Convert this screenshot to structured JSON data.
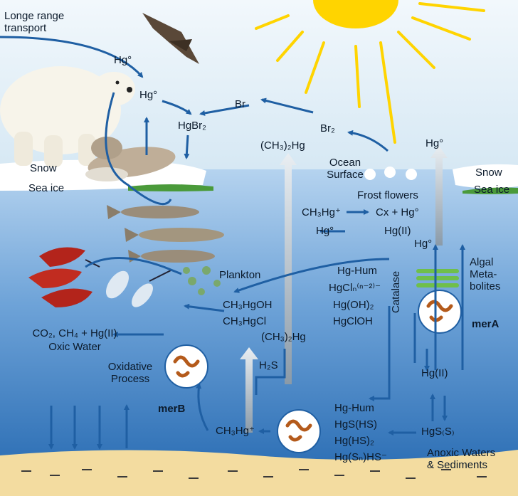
{
  "labels": {
    "long_range_transport": "Longe range\ntransport",
    "hg0_top": "Hg°",
    "hg0_left": "Hg°",
    "br": "Br",
    "hgbr2": "HgBr₂",
    "br2": "Br₂",
    "ch3_2hg_top": "(CH₃)₂Hg",
    "ocean_surface": "Ocean\nSurface",
    "hg0_right": "Hg°",
    "snow_left": "Snow",
    "sea_ice_left": "Sea ice",
    "snow_right": "Snow",
    "sea_ice_right": "Sea ice",
    "frost_flowers": "Frost flowers",
    "ch3hg_plus_top": "CH₃Hg⁺",
    "cx_hg0": "Cx + Hg°",
    "hg0_mid": "Hg°",
    "hgii_mid": "Hg(II)",
    "hg0_lower": "Hg°",
    "algal_metabolites": "Algal\nMeta-\nbolites",
    "plankton": "Plankton",
    "hg_hum_top": "Hg-Hum",
    "hgcln": "HgClₙ⁽ⁿ⁻²⁾⁻",
    "hgoh2": "Hg(OH)₂",
    "hgcloh": "HgClOH",
    "catalase": "Catalase",
    "mera": "merA",
    "ch3hgoh": "CH₃HgOH",
    "ch3hgcl": "CH₃HgCl",
    "ch3_2hg_mid": "(CH₃)₂Hg",
    "oxic_water_1": "CO₂, CH₄ + Hg(II)",
    "oxic_water_2": "Oxic Water",
    "oxidative_process": "Oxidative\nProcess",
    "h2s": "H₂S",
    "merb": "merB",
    "hgii_lower": "Hg(II)",
    "hg_hum_bottom": "Hg-Hum",
    "hgshs": "HgS(HS)",
    "hghs2": "Hg(HS)₂",
    "hgsnhs": "Hg(Sₙ)HS⁻",
    "hgs_s": "HgS₍S₎",
    "ch3hg_plus_bottom": "CH₃Hg⁺",
    "anoxic": "Anoxic Waters\n& Sediments"
  },
  "colors": {
    "sky": "#e4f0f8",
    "ocean_top": "#9fc3e6",
    "ocean_bottom": "#2b6fb6",
    "arrow": "#1f5fa3",
    "sediment": "#f3dca0",
    "sun": "#ffd400"
  }
}
